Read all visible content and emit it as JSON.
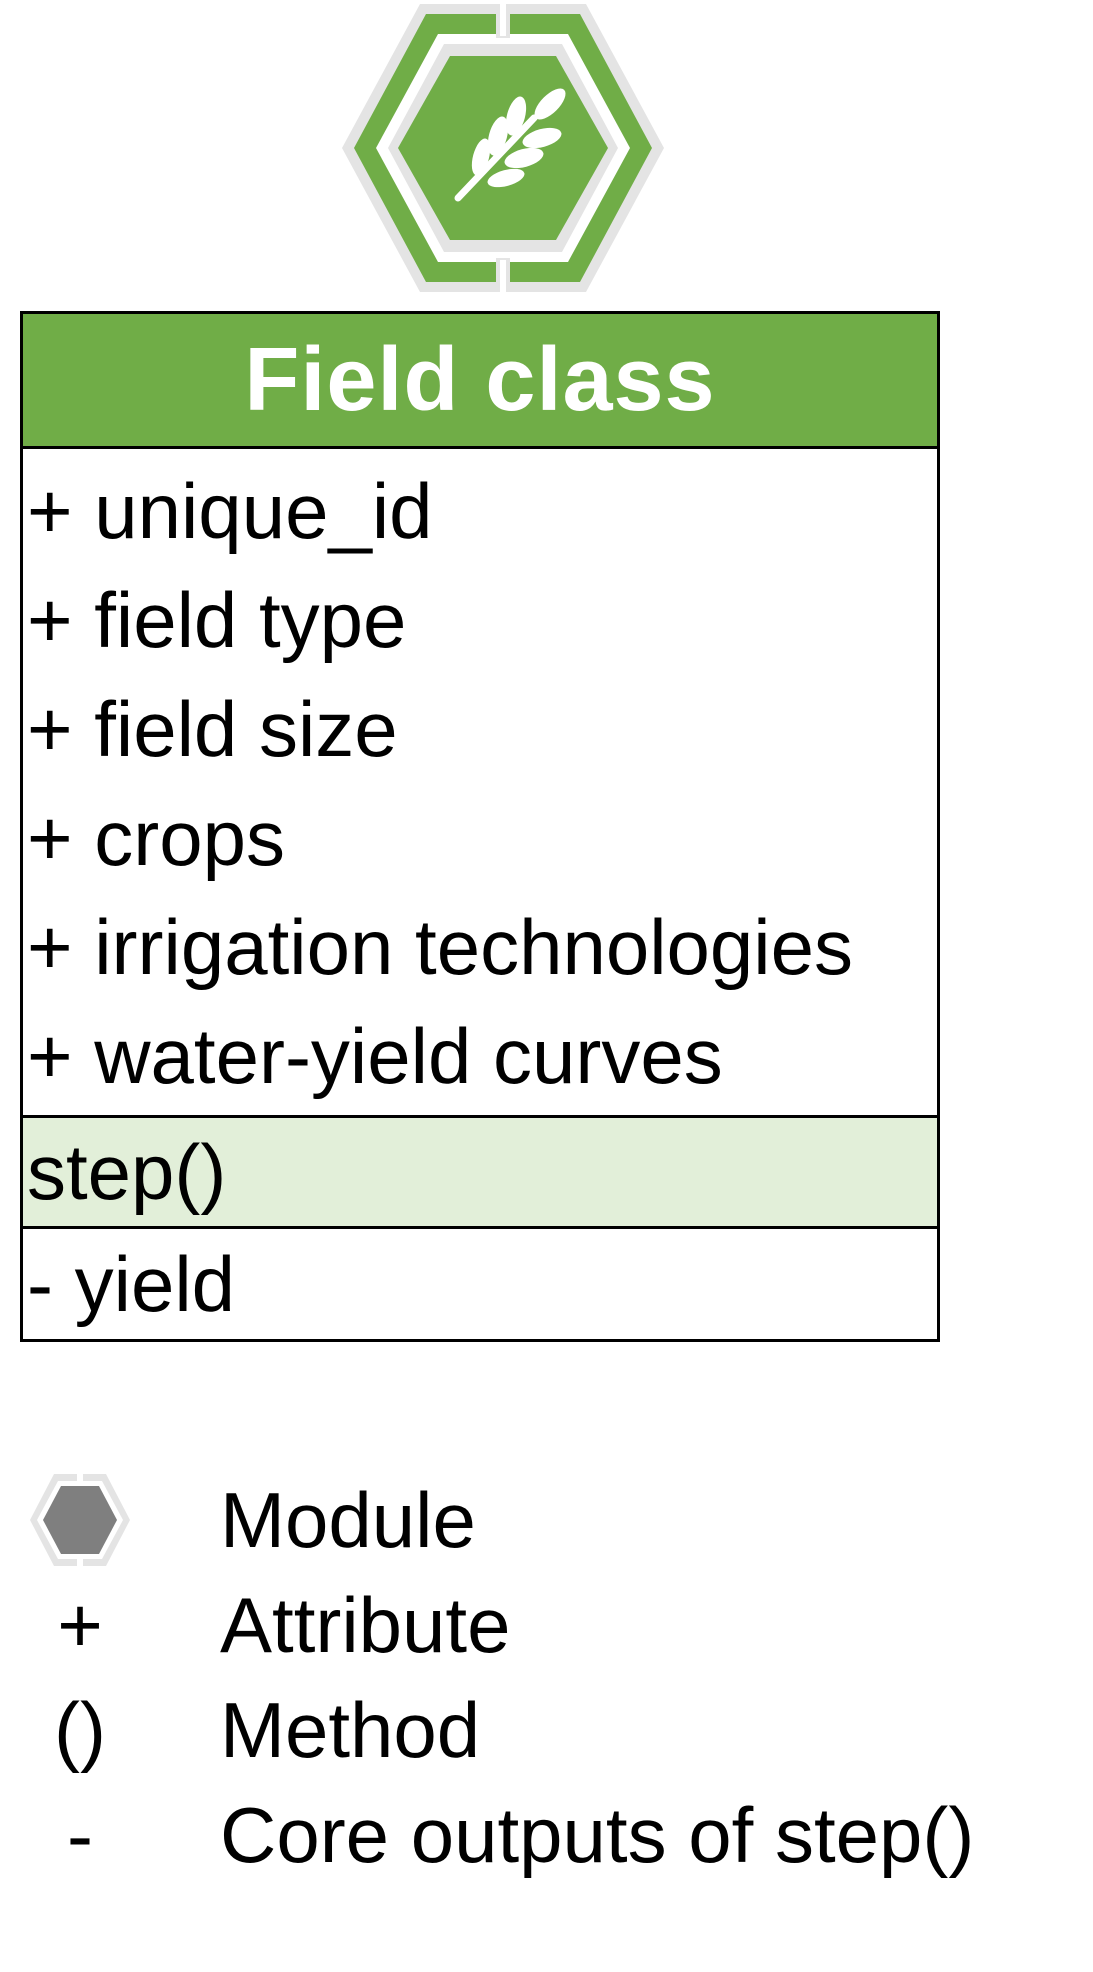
{
  "module_icon": {
    "icon": "wheat-icon",
    "color": "#70ad47",
    "ring_color": "#e0e0e0"
  },
  "class_box": {
    "title": "Field class",
    "header_color": "#70ad47",
    "attributes": [
      "+ unique_id",
      "+ field type",
      "+ field size",
      "+ crops",
      "+ irrigation technologies",
      "+ water-yield curves"
    ],
    "method": "step()",
    "method_bg_color": "#e2efd9",
    "outputs": [
      "-  yield"
    ]
  },
  "legend": {
    "items": [
      {
        "symbol": "",
        "icon": "hexagon-icon",
        "label": "Module"
      },
      {
        "symbol": "+",
        "label": "Attribute"
      },
      {
        "symbol": "()",
        "label": "Method"
      },
      {
        "symbol": "-",
        "label": "Core outputs of step()"
      }
    ]
  }
}
